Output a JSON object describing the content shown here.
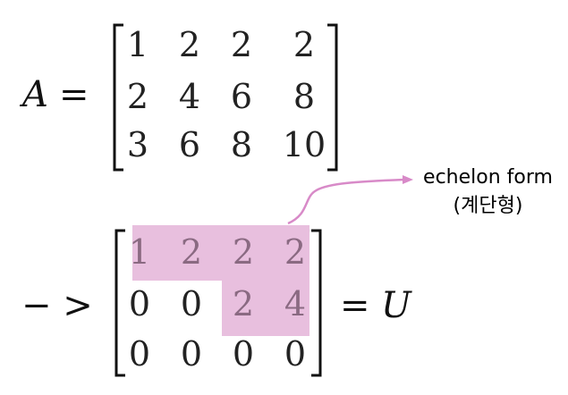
{
  "matrix_a": {
    "lhs_symbol": "A",
    "equals": "=",
    "rows": [
      [
        "1",
        "2",
        "2",
        "2"
      ],
      [
        "2",
        "4",
        "6",
        "8"
      ],
      [
        "3",
        "6",
        "8",
        "10"
      ]
    ]
  },
  "matrix_u": {
    "arrow": "− >",
    "rows": [
      [
        "1",
        "2",
        "2",
        "2"
      ],
      [
        "0",
        "0",
        "2",
        "4"
      ],
      [
        "0",
        "0",
        "0",
        "0"
      ]
    ],
    "equals": "=",
    "rhs_symbol": "U"
  },
  "annotation": {
    "line1": "echelon form",
    "line2": "(계단형)"
  },
  "colors": {
    "highlight": "#e8bfde",
    "arrow": "#d88ac8"
  }
}
